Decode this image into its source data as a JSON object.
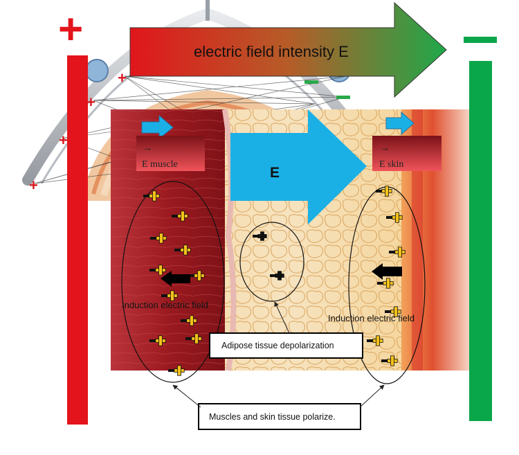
{
  "header_arrow": {
    "label": "electric field intensity E"
  },
  "vector_mark": "→",
  "muscle_box": {
    "label": "E   muscle"
  },
  "skin_box": {
    "label": "E   skin"
  },
  "big_arrow": {
    "label": "E"
  },
  "muscle_side": {
    "induction_label": "Induction electric field"
  },
  "skin_side": {
    "induction_label": "Induction electric field"
  },
  "adipose_callout": {
    "text": "Adipose tissue depolarization"
  },
  "polarize_callout": {
    "text": "Muscles and skin tissue polarize."
  },
  "electrodes": {
    "positive_symbol": "+",
    "negative_symbol": "−"
  },
  "charge_pair_label": "-+",
  "colors": {
    "positive": "#e3141b",
    "negative": "#0aa64a",
    "field_arrow": "#1ab0e6",
    "charge_plus": "#f5c21b",
    "muscle": "#a51d22",
    "fat": "#f3cf8e",
    "skin": "#f08a4b"
  }
}
